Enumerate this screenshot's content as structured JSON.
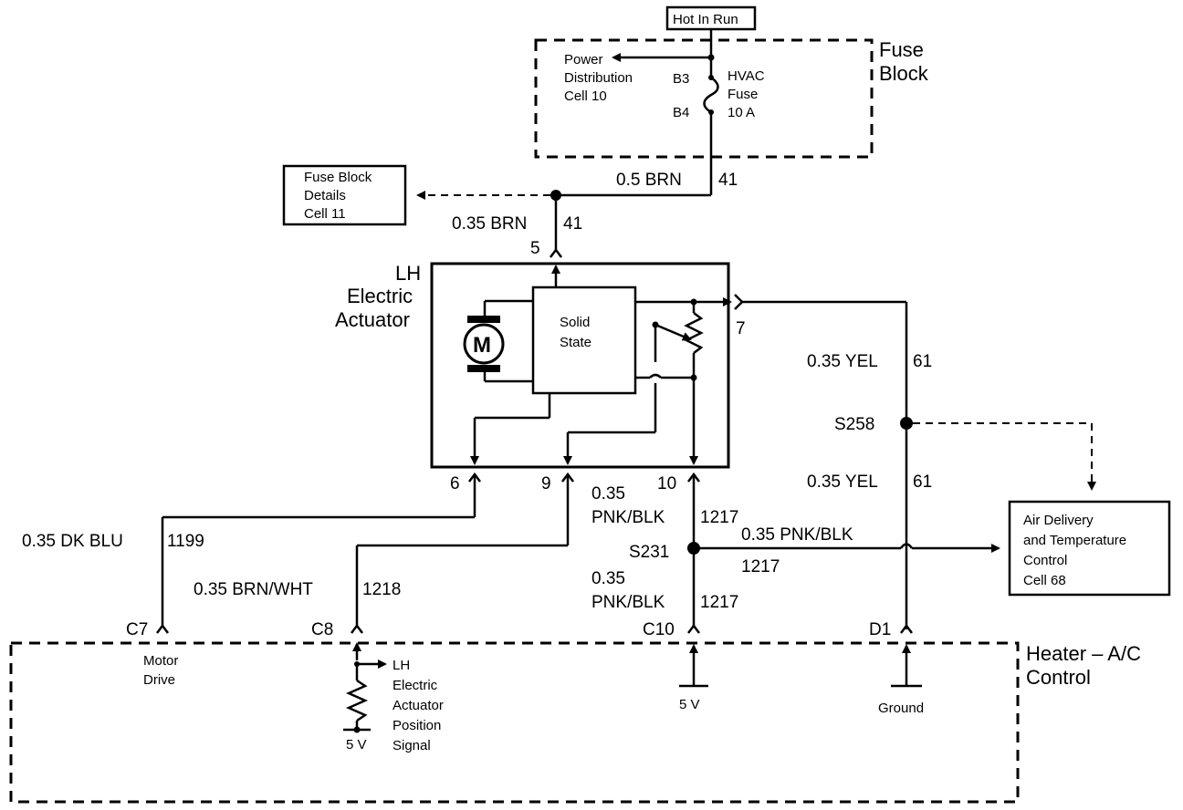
{
  "hot_in_run": "Hot In Run",
  "fuse_block": {
    "title_line1": "Fuse",
    "title_line2": "Block",
    "pdc_line1": "Power",
    "pdc_line2": "Distribution",
    "pdc_line3": "Cell 10",
    "b3": "B3",
    "b4": "B4",
    "fuse_line1": "HVAC",
    "fuse_line2": "Fuse",
    "fuse_line3": "10 A"
  },
  "fuse_details": {
    "line1": "Fuse Block",
    "line2": "Details",
    "line3": "Cell 11"
  },
  "wires": {
    "w_05brn": "0.5 BRN",
    "w_05brn_num": "41",
    "w_035brn": "0.35 BRN",
    "w_035brn_num": "41",
    "yel_top": "0.35 YEL",
    "yel_top_num": "61",
    "yel_bot": "0.35 YEL",
    "yel_bot_num": "61",
    "dkblu": "0.35 DK BLU",
    "dkblu_num": "1199",
    "brnwht": "0.35 BRN/WHT",
    "brnwht_num": "1218",
    "pnk1_a": "0.35",
    "pnk1_b": "PNK/BLK",
    "pnk1_num": "1217",
    "pnk_h": "0.35 PNK/BLK",
    "pnk_h_num": "1217",
    "pnk2_a": "0.35",
    "pnk2_b": "PNK/BLK",
    "pnk2_num": "1217"
  },
  "actuator": {
    "line1": "LH",
    "line2": "Electric",
    "line3": "Actuator",
    "motor": "M",
    "ss_line1": "Solid",
    "ss_line2": "State",
    "pin5": "5",
    "pin7": "7",
    "pin6": "6",
    "pin9": "9",
    "pin10": "10"
  },
  "splices": {
    "s258": "S258",
    "s231": "S231"
  },
  "air_delivery": {
    "line1": "Air Delivery",
    "line2": "and Temperature",
    "line3": "Control",
    "line4": "Cell 68"
  },
  "hvac_control": {
    "title_line1": "Heater – A/C",
    "title_line2": "Control",
    "c7": "C7",
    "c8": "C8",
    "c10": "C10",
    "d1": "D1",
    "motor_drive_1": "Motor",
    "motor_drive_2": "Drive",
    "pos_line1": "LH",
    "pos_line2": "Electric",
    "pos_line3": "Actuator",
    "pos_line4": "Position",
    "pos_line5": "Signal",
    "v5_left": "5 V",
    "v5_mid": "5 V",
    "ground": "Ground"
  }
}
